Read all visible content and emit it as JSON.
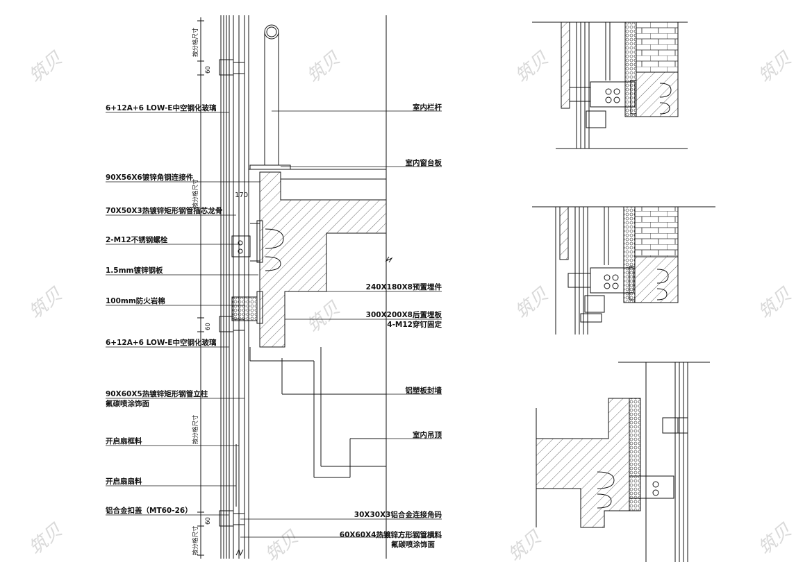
{
  "diagram": {
    "left_labels": [
      {
        "id": "glass-top",
        "text": "6+12A+6 LOW-E中空钢化玻璃"
      },
      {
        "id": "angle-steel",
        "text": "90X56X6镀锌角钢连接件"
      },
      {
        "id": "rect-tube-insert",
        "text": "70X50X3热镀锌矩形钢管插芯龙骨"
      },
      {
        "id": "bolt",
        "text": "2-M12不锈钢螺栓"
      },
      {
        "id": "steel-plate",
        "text": "1.5mm镀锌钢板"
      },
      {
        "id": "rock-wool",
        "text": "100mm防火岩棉"
      },
      {
        "id": "glass-bottom",
        "text": "6+12A+6 LOW-E中空钢化玻璃"
      },
      {
        "id": "column-line1",
        "text": "90X60X5热镀锌矩形钢管立柱"
      },
      {
        "id": "column-line2",
        "text": "氟碳喷涂饰面"
      },
      {
        "id": "frame",
        "text": "开启扇框料"
      },
      {
        "id": "sash",
        "text": "开启扇扇料"
      },
      {
        "id": "cover",
        "text": "铝合金扣盖（MT60-26）"
      }
    ],
    "right_labels": [
      {
        "id": "railing",
        "text": "室内栏杆"
      },
      {
        "id": "sill",
        "text": "室内窗台板"
      },
      {
        "id": "embed-240",
        "text": "240X180X8预置埋件"
      },
      {
        "id": "embed-300-line1",
        "text": "300X200X8后置埋板"
      },
      {
        "id": "embed-300-line2",
        "text": "4-M12穿钉固定"
      },
      {
        "id": "alu-panel",
        "text": "铝塑板封墙"
      },
      {
        "id": "ceiling",
        "text": "室内吊顶"
      },
      {
        "id": "corner-code",
        "text": "30X30X3铝合金连接角码"
      },
      {
        "id": "beam-line1",
        "text": "60X60X4热镀锌方形钢管横料"
      },
      {
        "id": "beam-line2",
        "text": "氟碳喷涂饰面"
      }
    ],
    "dimensions": {
      "d170": "170",
      "d60": "60",
      "grid_size": "按分格尺寸"
    },
    "watermark": "筑贝"
  },
  "colors": {
    "line": "#111111",
    "hatch": "#333333",
    "watermark": "#d9d9d9"
  }
}
